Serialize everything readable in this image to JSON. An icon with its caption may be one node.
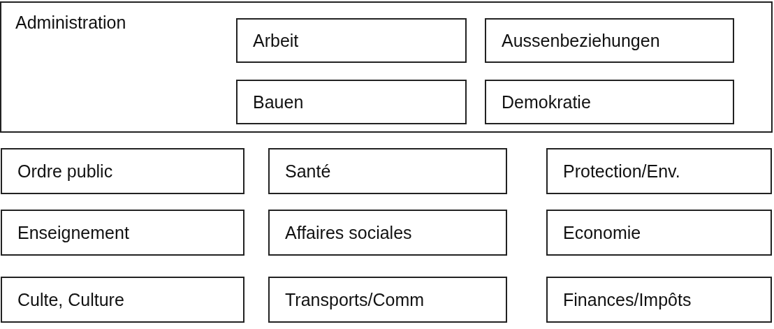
{
  "diagram": {
    "nodes": [
      {
        "text": [
          "Administration"
        ]
      },
      {
        "text": [
          "Arbeit"
        ],
        "in": 0
      },
      {
        "text": [
          "Aussenbeziehungen"
        ],
        "in": 0
      },
      {
        "text": [
          "Bauen"
        ],
        "in": 0
      },
      {
        "text": [
          "Demokratie"
        ],
        "in": 0
      },
      {
        "text": [
          "Ordre public"
        ]
      },
      {
        "text": [
          "Santé"
        ]
      },
      {
        "text": [
          "Protection/Env."
        ]
      },
      {
        "text": [
          "Enseignement"
        ]
      },
      {
        "text": [
          "Affaires sociales"
        ]
      },
      {
        "text": [
          "Economie"
        ]
      },
      {
        "text": [
          "Culte, Culture"
        ]
      },
      {
        "text": [
          "Transports/Comm"
        ]
      },
      {
        "text": [
          "Finances/Impôts"
        ]
      }
    ]
  }
}
